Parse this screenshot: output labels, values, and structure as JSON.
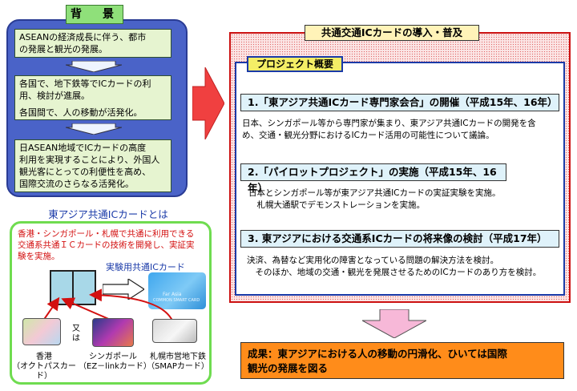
{
  "background": {
    "title": "背　景",
    "box1": [
      "ASEANの経済成長に伴う、都市",
      "の発展と観光の発展。"
    ],
    "box2": [
      "各国で、地下鉄等でICカードの利",
      "用、検討が進展。",
      "各国間で、人の移動が活発化。"
    ],
    "box3": [
      "日ASEAN地域でICカードの高度",
      "利用を実現することにより、外国人",
      "観光客にとっての利便性を高め、",
      "国際交流のさらなる活発化。"
    ]
  },
  "ic_card": {
    "heading": "東アジア共通ICカードとは",
    "description": [
      "香港・シンガポール・札幌で共通に利用できる",
      "交通系共通ＩＣカードの技術を開発し、実証実",
      "験を実施。"
    ],
    "experiment_label": "実験用共通ICカード",
    "or_label": "又は",
    "experiment_card_text": [
      "Far Asia",
      "COMMON SMART CARD"
    ],
    "cards": [
      {
        "name": "香港",
        "sub": "（オクトパスカード）"
      },
      {
        "name": "シンガポール",
        "sub": "（EZ－linkカード）"
      },
      {
        "name": "札幌市営地下鉄",
        "sub": "（SMAPカード）"
      }
    ]
  },
  "main": {
    "title": "共通交通ICカードの導入・普及",
    "project_title": "プロジェクト概要",
    "items": [
      {
        "heading": "1.「東アジア共通ICカード専門家会合」の開催（平成15年、16年）",
        "body": [
          "日本、シンガポール等から専門家が集まり、東アジア共通ICカードの開発を含",
          "め、交通・観光分野におけるICカード活用の可能性について議論。"
        ]
      },
      {
        "heading": "2.「パイロットプロジェクト」の実施（平成15年、16年）",
        "body": [
          "日本とシンガポール等が東アジア共通ICカードの実証実験を実施。",
          "　札幌大通駅でデモンストレーションを実施。"
        ]
      },
      {
        "heading": "3. 東アジアにおける交通系ICカードの将来像の検討（平成17年）",
        "body": [
          "決済、為替など実用化の障害となっている問題の解決方法を検討。",
          "　そのほか、地域の交通・観光を発展させるためのICカードのあり方を検討。"
        ]
      }
    ]
  },
  "result": {
    "lines": [
      "成果：東アジアにおける人の移動の円滑化、ひいては国際",
      "観光の発展を図る"
    ]
  },
  "colors": {
    "panel_blue": "#4a63c8",
    "box_green": "#e6f4d0",
    "panel_red": "#cc1111",
    "result_orange": "#ff8c1a",
    "arrow_red": "#f04040",
    "arrow_pink": "#f7b8d8"
  }
}
